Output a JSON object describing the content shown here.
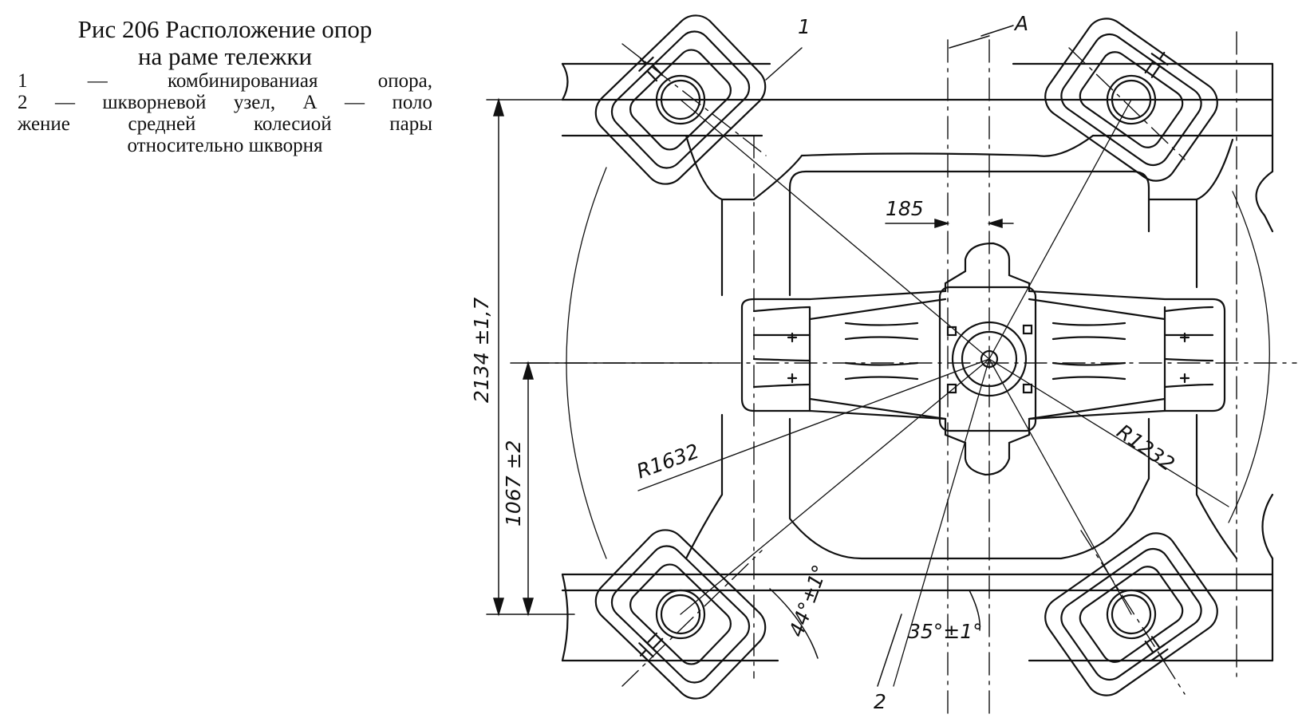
{
  "caption": {
    "title_1": "Рис 206 Расположение опор",
    "title_2": "на раме тележки",
    "legend_1": "1 — комбинированиая опора,",
    "legend_2": "2 — шкворневой узел, А — поло",
    "legend_3": "жение средней колесиой пары",
    "legend_4": "относительно шкворня"
  },
  "labels": {
    "callout_1": "1",
    "callout_2": "2",
    "callout_A": "А",
    "dim_185": "185",
    "dim_height": "2134 ±1,7",
    "dim_half": "1067 ±2",
    "radius_large": "R1632",
    "radius_small": "R1232",
    "angle_left": "44°±1°",
    "angle_right": "35°±1°"
  }
}
